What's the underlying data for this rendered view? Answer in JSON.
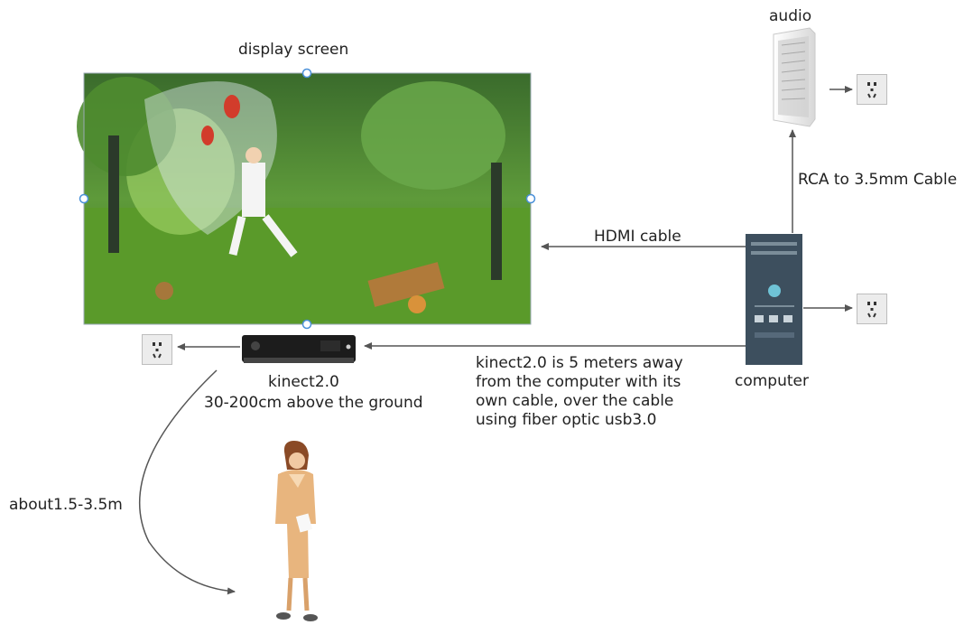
{
  "labels": {
    "display_screen": "display screen",
    "audio": "audio",
    "rca_cable": "RCA to 3.5mm Cable",
    "hdmi_cable": "HDMI cable",
    "computer": "computer",
    "kinect_name": "kinect2.0",
    "kinect_height": "30-200cm above the ground",
    "kinect_note": [
      "kinect2.0 is 5 meters away",
      "from the computer with its",
      "own cable, over the cable",
      "using fiber optic usb3.0"
    ],
    "distance": "about1.5-3.5m"
  },
  "colors": {
    "arrow": "#555555",
    "computer_body": "#3d4f5e",
    "computer_accent": "#6fc3d6",
    "speaker_body": "#f2f2f2",
    "outlet": "#ececec",
    "selection_handle": "#4a90d9"
  },
  "icons": [
    "speaker-icon",
    "computer-tower-icon",
    "kinect-sensor-icon",
    "power-outlet-icon",
    "person-icon"
  ]
}
